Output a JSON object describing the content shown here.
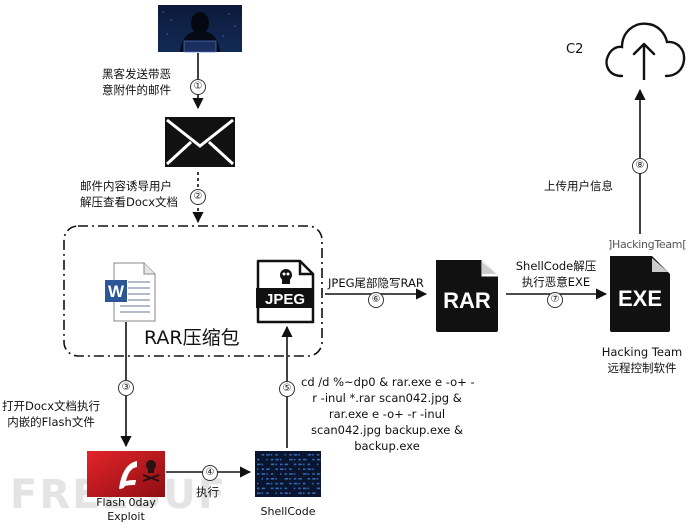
{
  "nodes": {
    "hacker": {
      "icon": "hacker-photo"
    },
    "envelope": {
      "icon": "envelope-icon"
    },
    "rar_package": {
      "label": "RAR压缩包"
    },
    "word_doc": {
      "icon": "word-document-icon"
    },
    "jpeg": {
      "icon": "jpeg-file-icon",
      "text": "JPEG"
    },
    "rar_file": {
      "icon": "rar-file-icon",
      "text": "RAR"
    },
    "exe_file": {
      "icon": "exe-file-icon",
      "text": "EXE",
      "brand": "]HackingTeam[",
      "caption_line1": "Hacking Team",
      "caption_line2": "远程控制软件"
    },
    "cloud": {
      "icon": "cloud-upload-icon",
      "label": "C2"
    },
    "flash": {
      "icon": "flash-icon",
      "caption_line1": "Flash 0day",
      "caption_line2": "Exploit"
    },
    "shellcode": {
      "icon": "shellcode-screen-icon",
      "caption": "ShellCode"
    }
  },
  "steps": [
    {
      "num": "①",
      "lines": [
        "黑客发送带恶",
        "意附件的邮件"
      ]
    },
    {
      "num": "②",
      "lines": [
        "邮件内容诱导用户",
        "解压查看Docx文档"
      ]
    },
    {
      "num": "③",
      "lines": [
        "打开Docx文档执行",
        "内嵌的Flash文件"
      ]
    },
    {
      "num": "④",
      "lines": [
        "执行"
      ]
    },
    {
      "num": "⑤",
      "lines": [
        "cd /d %~dp0 & rar.exe e -o+ -",
        "r -inul *.rar scan042.jpg &",
        "rar.exe e -o+ -r -inul",
        "scan042.jpg backup.exe &",
        "backup.exe"
      ]
    },
    {
      "num": "⑥",
      "lines": [
        "JPEG尾部隐写RAR"
      ]
    },
    {
      "num": "⑦",
      "lines": [
        "ShellCode解压",
        "执行恶意EXE"
      ]
    },
    {
      "num": "⑧",
      "lines": [
        "上传用户信息"
      ]
    }
  ],
  "watermark": "FREEBUF",
  "colors": {
    "accent": "#111111",
    "flash_red": "#c8161d",
    "word_blue": "#2b5797"
  }
}
